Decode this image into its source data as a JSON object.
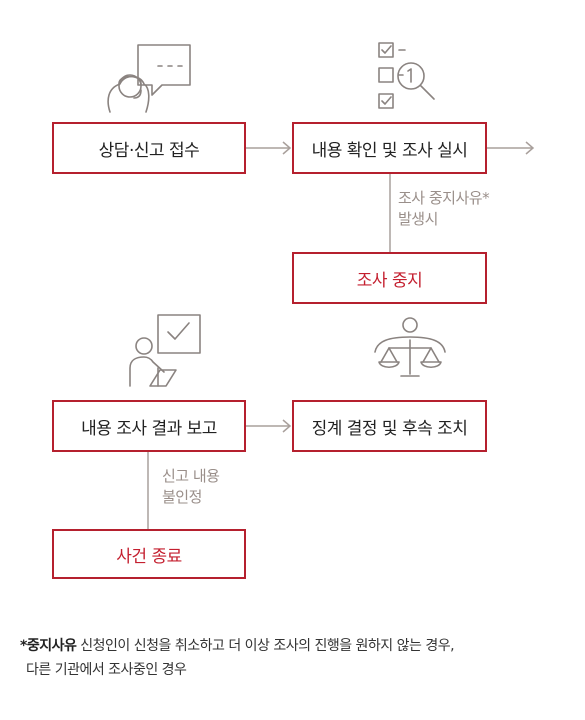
{
  "flow": {
    "step_receive": "상담·신고 접수",
    "step_check": "내용 확인 및 조사 실시",
    "note_stop_line1": "조사 중지사유*",
    "note_stop_line2": "발생시",
    "step_stop": "조사 중지",
    "step_report": "내용 조사 결과 보고",
    "step_discipline": "징계 결정 및 후속 조치",
    "note_reject_line1": "신고 내용",
    "note_reject_line2": "불인정",
    "step_close": "사건 종료"
  },
  "footnote": {
    "term": "*중지사유",
    "line1": " 신청인이 신청을 취소하고 더 이상 조사의 진행을 원하지 않는 경우,",
    "line2": "다른 기관에서 조사중인 경우"
  },
  "colors": {
    "accent_red": "#b5202e",
    "connector_gray": "#a9a09c",
    "note_gray": "#9a8f8a"
  },
  "icons": [
    "consultation-icon",
    "checklist-search-icon",
    "report-presenter-icon",
    "justice-scale-icon"
  ]
}
